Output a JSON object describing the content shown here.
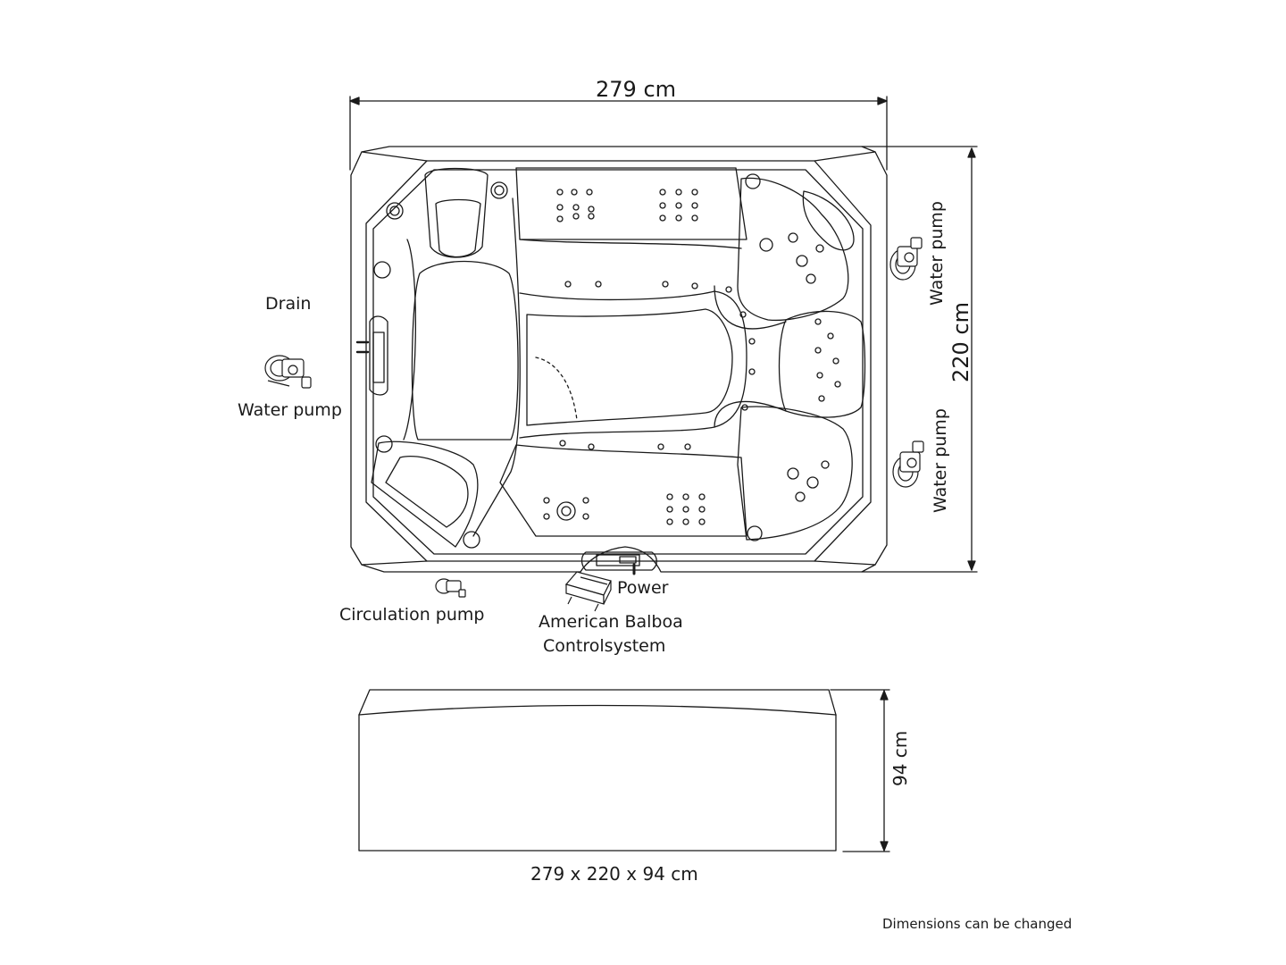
{
  "dimensions": {
    "width": "279 cm",
    "depth": "220 cm",
    "height": "94 cm",
    "overall": "279 x 220 x 94 cm"
  },
  "labels": {
    "drain": "Drain",
    "water_pump_left": "Water pump",
    "water_pump_right_top": "Water pump",
    "water_pump_right_bottom": "Water pump",
    "circulation_pump": "Circulation pump",
    "power": "Power",
    "control_line1": "American Balboa",
    "control_line2": "Controlsystem"
  },
  "note": "Dimensions can be changed",
  "colors": {
    "line": "#1a1a1a",
    "background": "#ffffff"
  }
}
